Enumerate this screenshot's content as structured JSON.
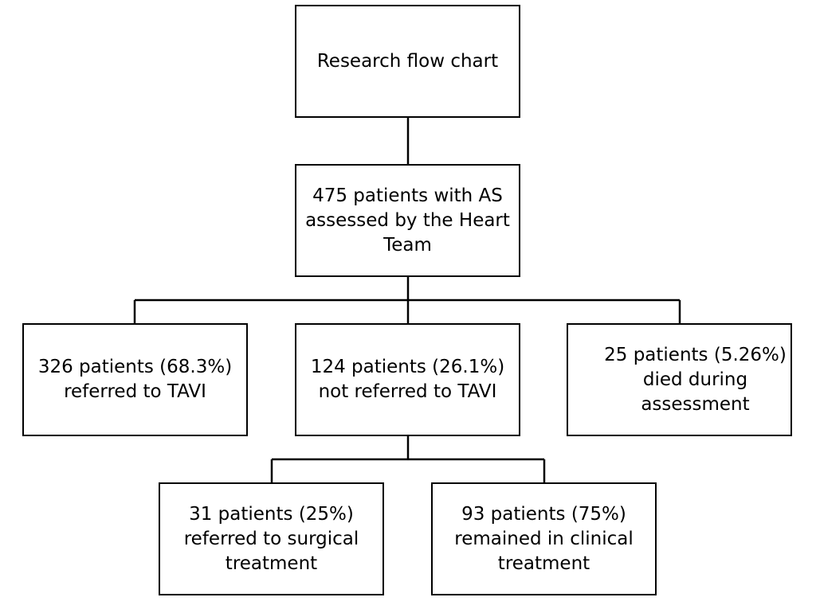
{
  "diagram": {
    "nodes": {
      "title": "Research flow chart",
      "assessed": "475 patients with AS\nassessed by the Heart\nTeam",
      "referred_tavi": "326 patients (68.3%)\nreferred to TAVI",
      "not_referred_tavi": "124 patients (26.1%)\nnot referred to TAVI",
      "died": "25 patients (5.26%)\ndied during assessment",
      "surgical": "31 patients (25%)\nreferred to surgical\ntreatment",
      "clinical": "93 patients (75%)\nremained in clinical\ntreatment"
    },
    "edges": [
      [
        "title",
        "assessed"
      ],
      [
        "assessed",
        "referred_tavi"
      ],
      [
        "assessed",
        "not_referred_tavi"
      ],
      [
        "assessed",
        "died"
      ],
      [
        "not_referred_tavi",
        "surgical"
      ],
      [
        "not_referred_tavi",
        "clinical"
      ]
    ]
  }
}
